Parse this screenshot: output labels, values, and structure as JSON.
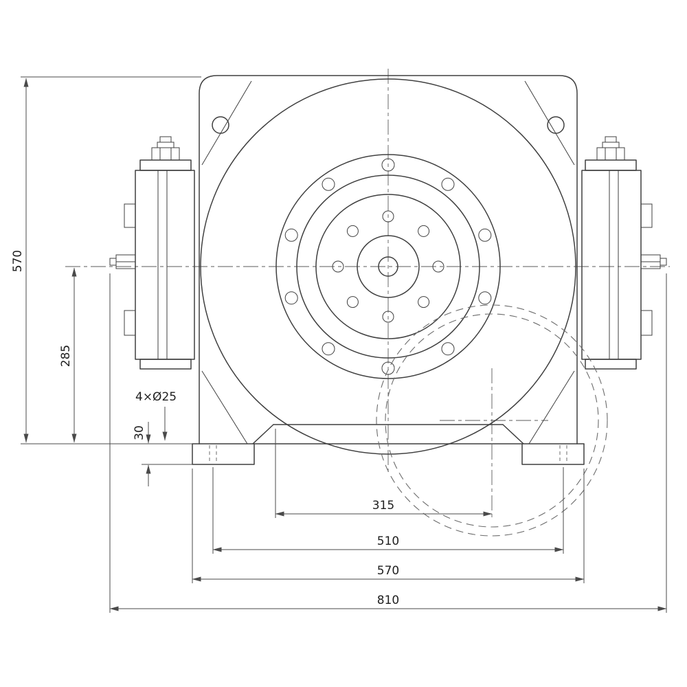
{
  "style": {
    "line_color": "#3f3f3f",
    "dimension_color": "#4a4a4a",
    "background": "#ffffff"
  },
  "dimensions": {
    "overall_height": "570",
    "centerline_height": "285",
    "base_plate_thickness": "30",
    "mounting_hole_callout": "4×Ø25",
    "inner_span": "315",
    "mounting_hole_spacing": "510",
    "base_width": "570",
    "overall_width": "810"
  }
}
